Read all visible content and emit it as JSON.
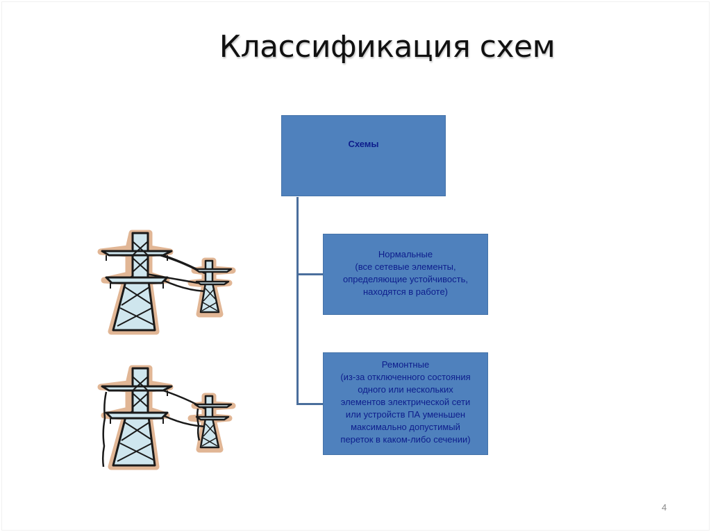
{
  "slide": {
    "title": "Классификация схем",
    "page_number": "4"
  },
  "diagram": {
    "root": {
      "label": "Схемы"
    },
    "children": [
      {
        "title": "Нормальные",
        "lines": [
          "(все сетевые элементы,",
          "определяющие устойчивость,",
          "находятся в работе)"
        ]
      },
      {
        "title": "Ремонтные",
        "lines": [
          "(из-за отключенного состояния",
          "одного или нескольких",
          "элементов электрической сети",
          "или устройств ПА уменьшен",
          "максимально допустимый",
          "переток в каком-либо сечении)"
        ]
      }
    ]
  },
  "colors": {
    "box_fill": "#4f81bd",
    "box_text": "#0d1d8c",
    "connector": "#4a6e9c",
    "tower_fill": "#cfe6ee",
    "tower_outline": "#1a1a1a",
    "tower_glow": "#d9a47a"
  },
  "illustrations": [
    {
      "icon": "power-line-towers-icon",
      "state": "normal"
    },
    {
      "icon": "power-line-towers-damaged-icon",
      "state": "repair"
    }
  ]
}
